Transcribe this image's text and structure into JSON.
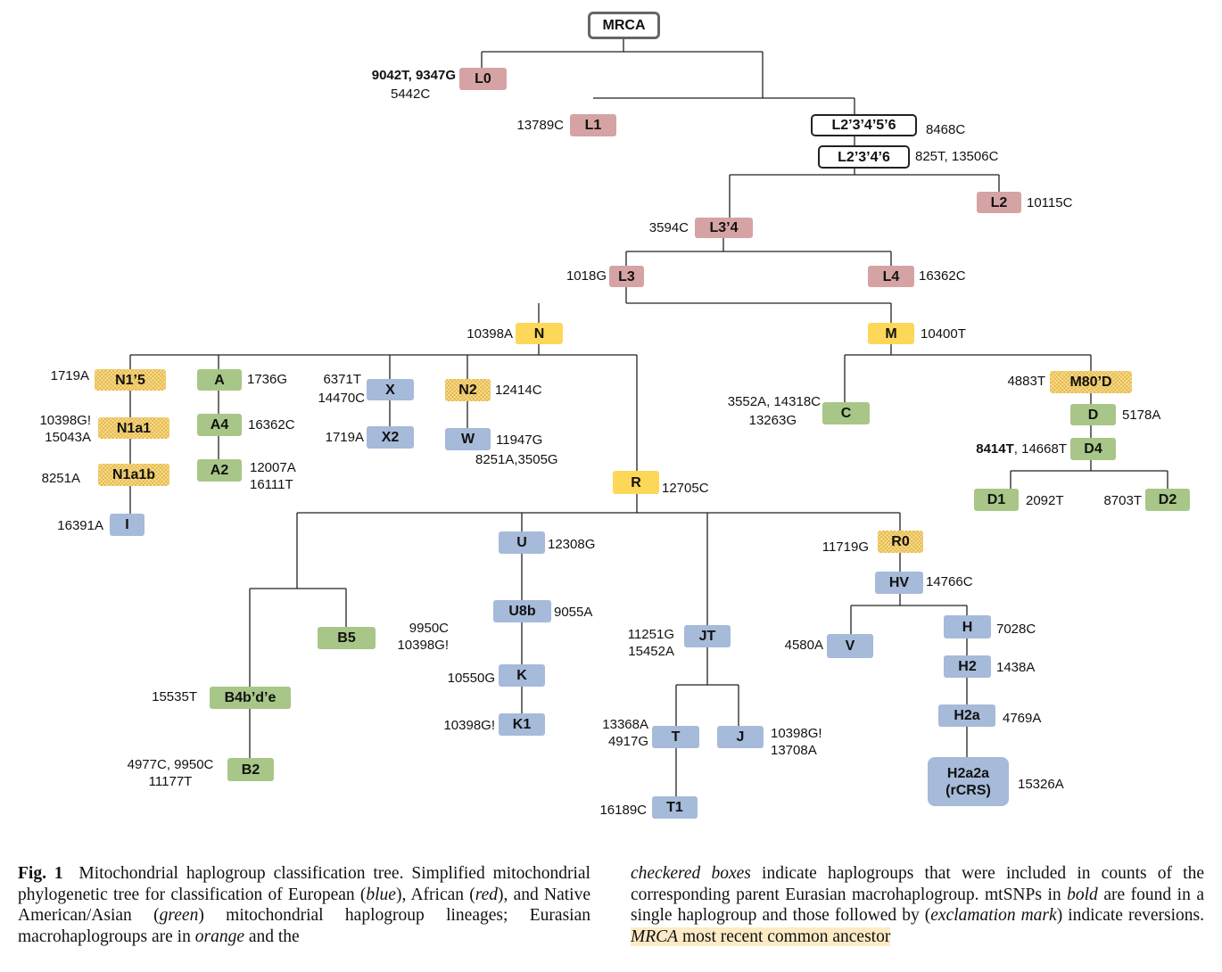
{
  "nodes": {
    "mrca": "MRCA",
    "l0": "L0",
    "l1": "L1",
    "l23456": "L2’3’4’5’6",
    "l2346": "L2’3’4’6",
    "l2": "L2",
    "l34": "L3’4",
    "l3": "L3",
    "l4": "L4",
    "n": "N",
    "m": "M",
    "n15": "N1’5",
    "n1a1": "N1a1",
    "n1a1b": "N1a1b",
    "i": "I",
    "a": "A",
    "a4": "A4",
    "a2": "A2",
    "x": "X",
    "x2": "X2",
    "n2": "N2",
    "w": "W",
    "r": "R",
    "c": "C",
    "m80d": "M80’D",
    "d": "D",
    "d4": "D4",
    "d1": "D1",
    "d2": "D2",
    "b5": "B5",
    "b4bde": "B4b’d’e",
    "b2": "B2",
    "u": "U",
    "u8b": "U8b",
    "k": "K",
    "k1": "K1",
    "jt": "JT",
    "t": "T",
    "j": "J",
    "t1": "T1",
    "r0": "R0",
    "hv": "HV",
    "v": "V",
    "h": "H",
    "h2": "H2",
    "h2a": "H2a",
    "h2a2a_1": "H2a2a",
    "h2a2a_2": "(rCRS)"
  },
  "snps": {
    "l0_bold": "9042T, 9347G",
    "l0_plain": "5442C",
    "l1": "13789C",
    "l23456": "8468C",
    "l2346": "825T, 13506C",
    "l2": "10115C",
    "l34": "3594C",
    "l3": "1018G",
    "l4": "16362C",
    "n": "10398A",
    "m": "10400T",
    "n15": "1719A",
    "n1a1_1": "10398G!",
    "n1a1_2": "15043A",
    "n1a1b": "8251A",
    "i": "16391A",
    "a": "1736G",
    "a4": "16362C",
    "a2_1": "12007A",
    "a2_2": "16111T",
    "x_bold": "6371T",
    "x_plain": "14470C",
    "x2": "1719A",
    "n2": "12414C",
    "w_bold": "11947G",
    "w_plain": "8251A,3505G",
    "r": "12705C",
    "c_bold": "3552A, 14318C",
    "c_plain": "13263G",
    "m80d": "4883T",
    "d": "5178A",
    "d4_bold": "8414T",
    "d4_plain": ", 14668T",
    "d1": "2092T",
    "d2": "8703T",
    "b5_1": "9950C",
    "b5_2": "10398G!",
    "b4bde": "15535T",
    "b2_1": "4977C, 9950C",
    "b2_2": "11177T",
    "u": "12308G",
    "u8b": "9055A",
    "k": "10550G",
    "k1": "10398G!",
    "jt_1": "11251G",
    "jt_2": "15452A",
    "t_1": "13368A",
    "t_2": "4917G",
    "j_1": "10398G!",
    "j_2": "13708A",
    "t1": "16189C",
    "r0": "11719G",
    "hv": "14766C",
    "v": "4580A",
    "h": "7028C",
    "h2": "1438A",
    "h2a": "4769A",
    "h2a2a": "15326A"
  },
  "caption": {
    "fig_label": "Fig. 1",
    "left_1": "Mitochondrial haplogroup classification tree. Simplified mitochondrial phylogenetic tree for classification of European (",
    "blue": "blue",
    "left_2": "), African (",
    "red": "red",
    "left_3": "), and Native American/Asian (",
    "green": "green",
    "left_4": ") mitochondrial haplogroup lineages; Eurasian macrohaplogroups are in ",
    "orange": "orange",
    "left_5": " and the",
    "checkered": "checkered boxes",
    "right_1": " indicate haplogroups that were included in counts of the corresponding parent Eurasian macrohaplogroup. mtSNPs in ",
    "bold": "bold",
    "right_2": " are found in a single haplogroup and those followed by (",
    "excl": "exclamation mark",
    "right_3": ") indicate reversions. ",
    "mrca": "MRCA",
    "right_4": " most recent common ancestor"
  },
  "colors": {
    "european": "#a6bad9",
    "african": "#d6a3a5",
    "native_american_asian": "#a8c688",
    "eurasian_macro": "#fcd758",
    "checkered": "#fce08a",
    "line": "#222222"
  }
}
